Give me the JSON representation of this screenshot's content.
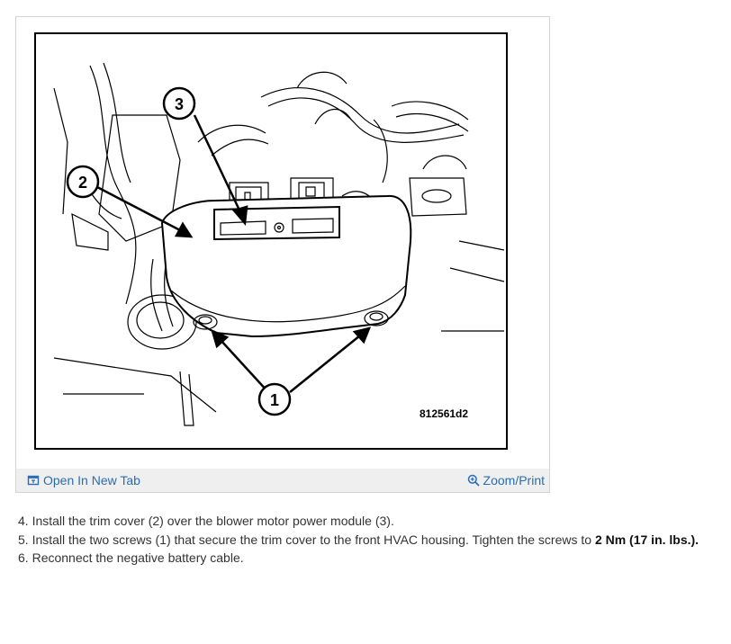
{
  "figure": {
    "callouts": [
      "1",
      "2",
      "3"
    ],
    "figure_id": "812561d2"
  },
  "footer": {
    "open_label": "Open In New Tab",
    "open_icon": "open-new-tab-icon",
    "zoom_label": "Zoom/Print",
    "zoom_icon": "zoom-icon",
    "link_color": "#2a6db0"
  },
  "steps": [
    {
      "number": "4.",
      "text": "Install the trim cover (2) over the blower motor power module (3)."
    },
    {
      "number": "5.",
      "text": "Install the two screws (1) that secure the trim cover to the front HVAC housing. Tighten the screws to ",
      "bold": "2 Nm (17 in. lbs.)."
    },
    {
      "number": "6.",
      "text": "Reconnect the negative battery cable."
    }
  ]
}
